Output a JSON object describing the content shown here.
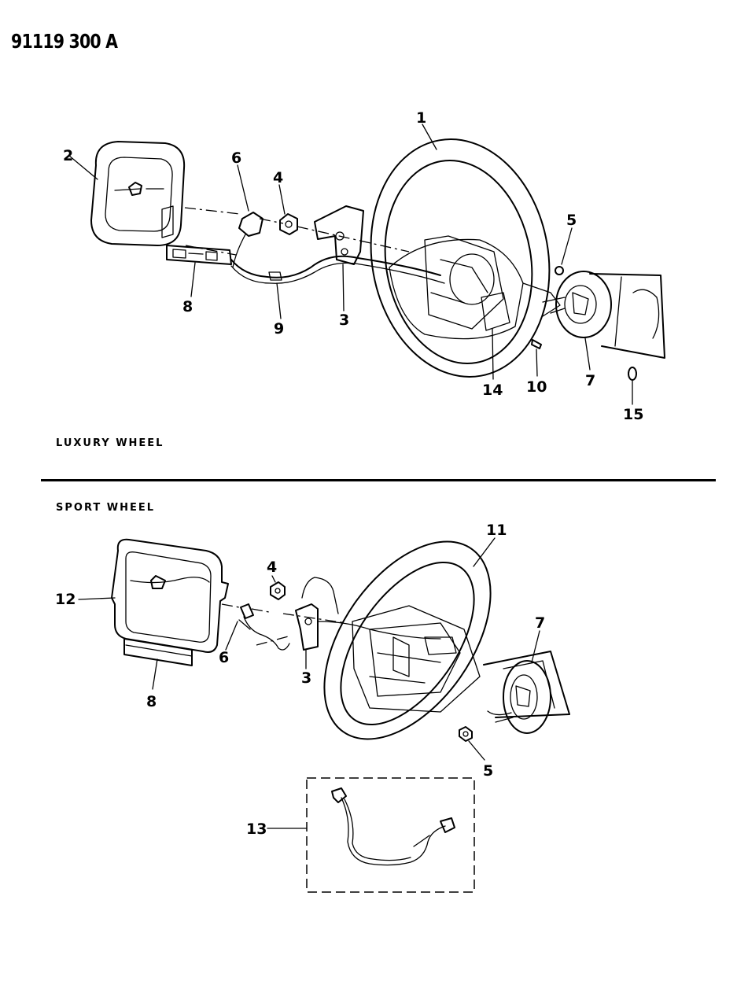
{
  "document_id": "91119 300 A",
  "sections": {
    "luxury": "LUXURY WHEEL",
    "sport": "SPORT WHEEL"
  },
  "callouts": {
    "lux_1": "1",
    "lux_2": "2",
    "lux_3": "3",
    "lux_4": "4",
    "lux_5": "5",
    "lux_6": "6",
    "lux_7": "7",
    "lux_8": "8",
    "lux_9": "9",
    "lux_10": "10",
    "lux_14": "14",
    "lux_15": "15",
    "sp_11": "11",
    "sp_12": "12",
    "sp_4": "4",
    "sp_7": "7",
    "sp_6": "6",
    "sp_3": "3",
    "sp_8": "8",
    "sp_5": "5",
    "sp_13": "13"
  }
}
